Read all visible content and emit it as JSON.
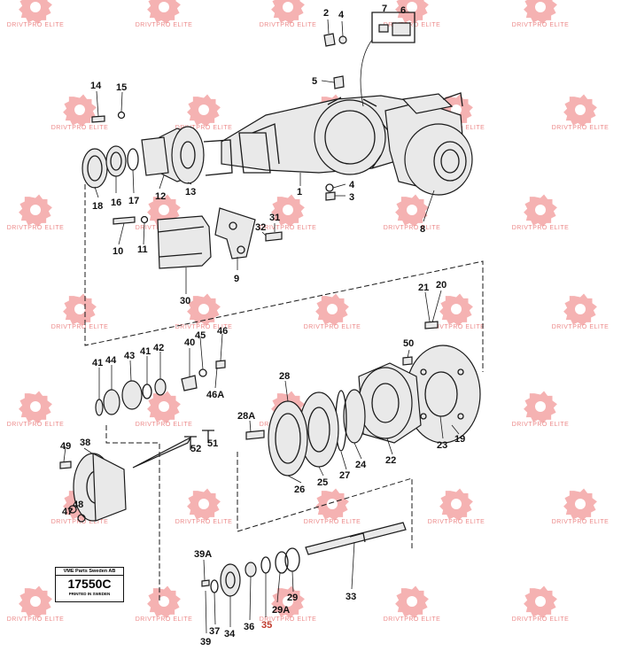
{
  "watermark": {
    "text": "DRIVTPRO ELITE",
    "color": "#e57373"
  },
  "catalog": {
    "line1": "VME Parts Sweden AB",
    "number": "17550C",
    "line2": "PRINTED IN SWEDEN"
  },
  "colors": {
    "line": "#1a1a1a",
    "label": "#111111",
    "highlight": "#c0392b"
  },
  "labels": {
    "l1": "1",
    "l2": "2",
    "l3": "3",
    "l4a": "4",
    "l4b": "4",
    "l5": "5",
    "l6": "6",
    "l7": "7",
    "l8": "8",
    "l9": "9",
    "l10": "10",
    "l11": "11",
    "l12": "12",
    "l13": "13",
    "l14": "14",
    "l15": "15",
    "l16": "16",
    "l17": "17",
    "l18": "18",
    "l19": "19",
    "l20": "20",
    "l21": "21",
    "l22": "22",
    "l23": "23",
    "l24": "24",
    "l25": "25",
    "l26": "26",
    "l27": "27",
    "l28": "28",
    "l28a": "28A",
    "l29": "29",
    "l29a": "29A",
    "l30": "30",
    "l31": "31",
    "l32": "32",
    "l33": "33",
    "l34": "34",
    "l35": "35",
    "l36": "36",
    "l37": "37",
    "l38": "38",
    "l39": "39",
    "l39a": "39A",
    "l40": "40",
    "l41a": "41",
    "l41b": "41",
    "l42": "42",
    "l43": "43",
    "l44": "44",
    "l45": "45",
    "l46": "46",
    "l46a": "46A",
    "l47": "47",
    "l48": "48",
    "l49": "49",
    "l50": "50",
    "l51": "51",
    "l52": "52"
  }
}
